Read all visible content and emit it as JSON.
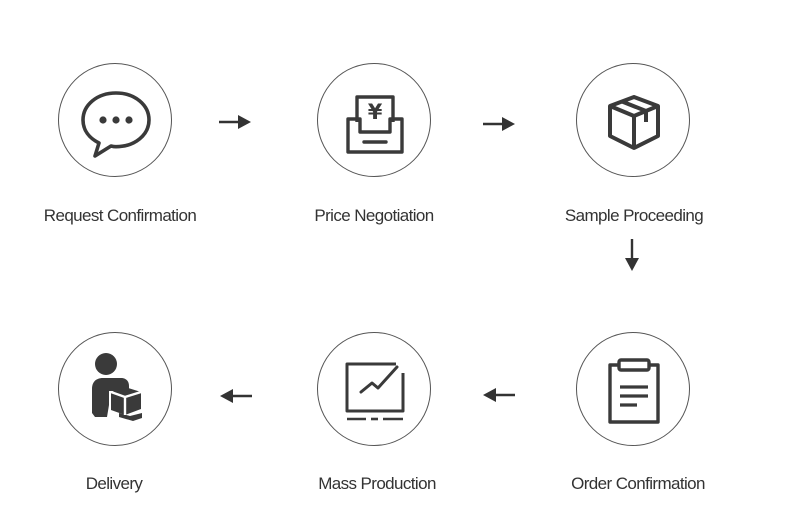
{
  "steps": [
    {
      "label": "Request Confirmation",
      "icon": "chat-bubble-icon"
    },
    {
      "label": "Price Negotiation",
      "icon": "yen-inbox-icon"
    },
    {
      "label": "Sample Proceeding",
      "icon": "package-box-icon"
    },
    {
      "label": "Order Confirmation",
      "icon": "clipboard-icon"
    },
    {
      "label": "Mass Production",
      "icon": "chart-monitor-icon"
    },
    {
      "label": "Delivery",
      "icon": "delivery-person-icon"
    }
  ],
  "icon_text": {
    "yen": "¥"
  },
  "colors": {
    "icon": "#3a3a3a",
    "circle_border": "#555555",
    "text": "#333333",
    "background": "#ffffff"
  }
}
